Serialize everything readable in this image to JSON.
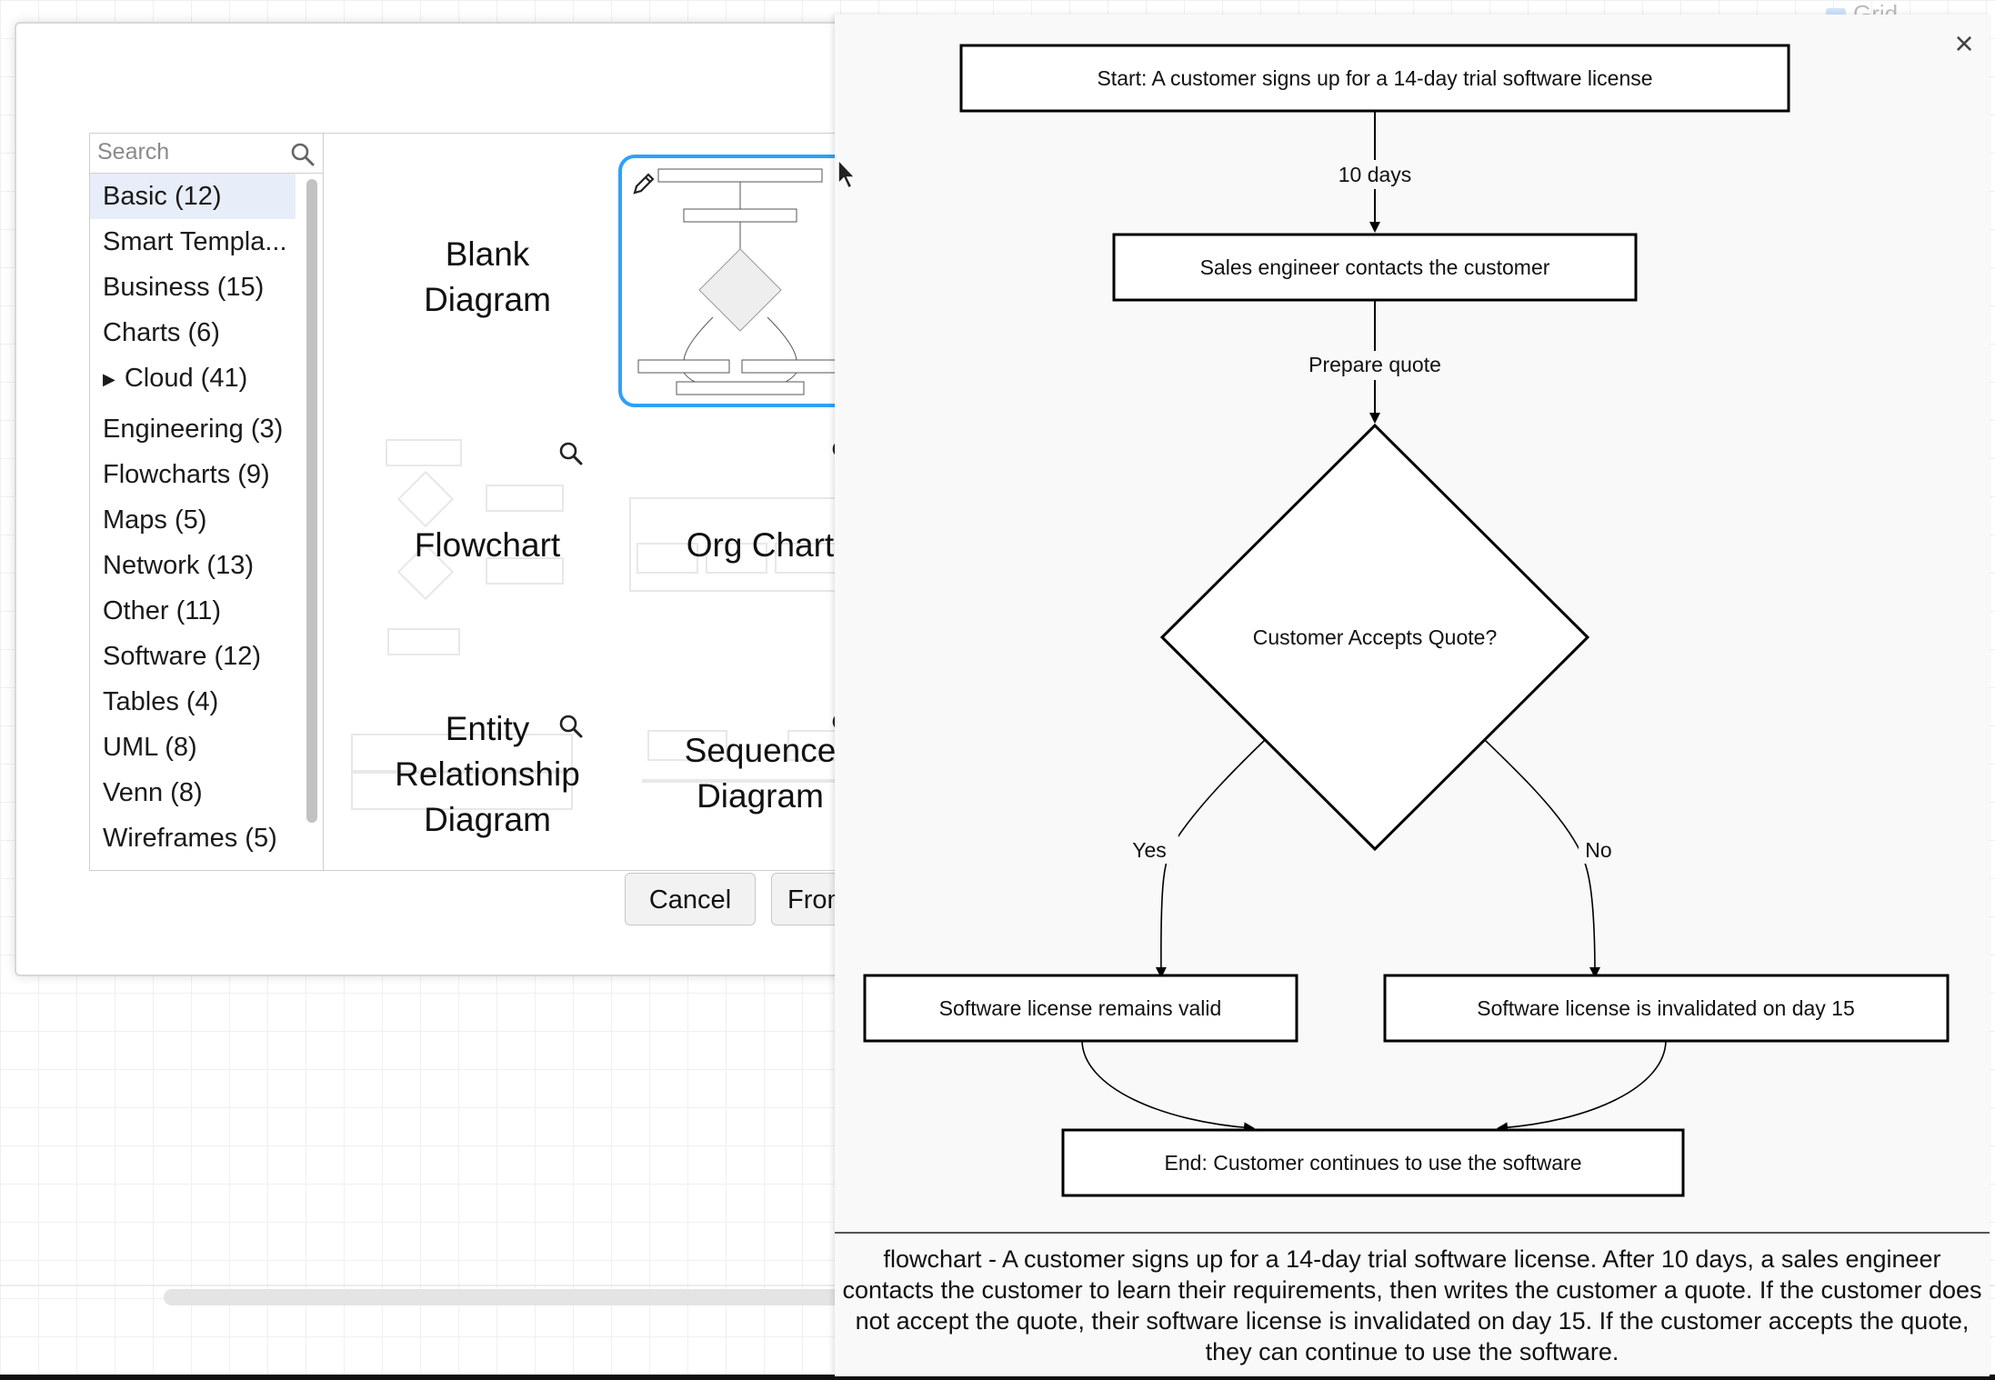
{
  "background": {
    "grid_label": "Grid"
  },
  "dialog": {
    "search": {
      "placeholder": "Search"
    },
    "categories": [
      {
        "label": "Basic (12)",
        "selected": true
      },
      {
        "label": "Smart Templa...",
        "selected": false
      },
      {
        "label": "Business (15)",
        "selected": false
      },
      {
        "label": "Charts (6)",
        "selected": false
      },
      {
        "label": "Cloud (41)",
        "selected": false,
        "expandable": true
      },
      {
        "label": "Engineering (3)",
        "selected": false
      },
      {
        "label": "Flowcharts (9)",
        "selected": false
      },
      {
        "label": "Maps (5)",
        "selected": false
      },
      {
        "label": "Network (13)",
        "selected": false
      },
      {
        "label": "Other (11)",
        "selected": false
      },
      {
        "label": "Software (12)",
        "selected": false
      },
      {
        "label": "Tables (4)",
        "selected": false
      },
      {
        "label": "UML (8)",
        "selected": false
      },
      {
        "label": "Venn (8)",
        "selected": false
      },
      {
        "label": "Wireframes (5)",
        "selected": false
      }
    ],
    "templates": {
      "blank": {
        "line1": "Blank",
        "line2": "Diagram"
      },
      "flowchart": {
        "label": "Flowchart"
      },
      "org_chart": {
        "label": "Org Chart"
      },
      "erd": {
        "line1": "Entity",
        "line2": "Relationship",
        "line3": "Diagram"
      },
      "sequence": {
        "line1": "Sequence",
        "line2": "Diagram"
      }
    },
    "buttons": {
      "cancel": "Cancel",
      "from": "From"
    }
  },
  "preview": {
    "close_glyph": "×",
    "flow": {
      "start": "Start: A customer signs up for a 14-day trial software license",
      "edge_days": "10 days",
      "sales": "Sales engineer contacts the customer",
      "edge_quote": "Prepare quote",
      "decision": "Customer Accepts Quote?",
      "edge_yes": "Yes",
      "edge_no": "No",
      "valid": "Software license remains valid",
      "invalid": "Software license is invalidated on day 15",
      "end": "End: Customer continues to use the software"
    },
    "description": "flowchart - A customer signs up for a 14-day trial software license. After 10 days, a sales engineer contacts the customer to learn their requirements, then writes the customer a quote. If the customer does not accept the quote, their software license is invalidated on day 15. If the customer accepts the quote, they can continue to use the software."
  },
  "colors": {
    "accent": "#2ea1f8"
  }
}
